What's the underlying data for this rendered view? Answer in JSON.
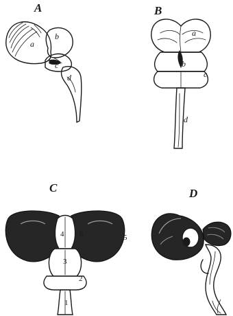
{
  "panels": {
    "a": {
      "letter": "A",
      "labels": {
        "a": "a",
        "b": "b",
        "c": "c",
        "d": "d"
      }
    },
    "b": {
      "letter": "B",
      "labels": {
        "a": "a",
        "b": "b",
        "c": "c",
        "d": "d"
      }
    },
    "c": {
      "letter": "C",
      "labels": {
        "n1": "1",
        "n2": "2",
        "n3": "3",
        "n4": "4",
        "n5": "5",
        "n6": "6"
      }
    },
    "d": {
      "letter": "D"
    }
  }
}
